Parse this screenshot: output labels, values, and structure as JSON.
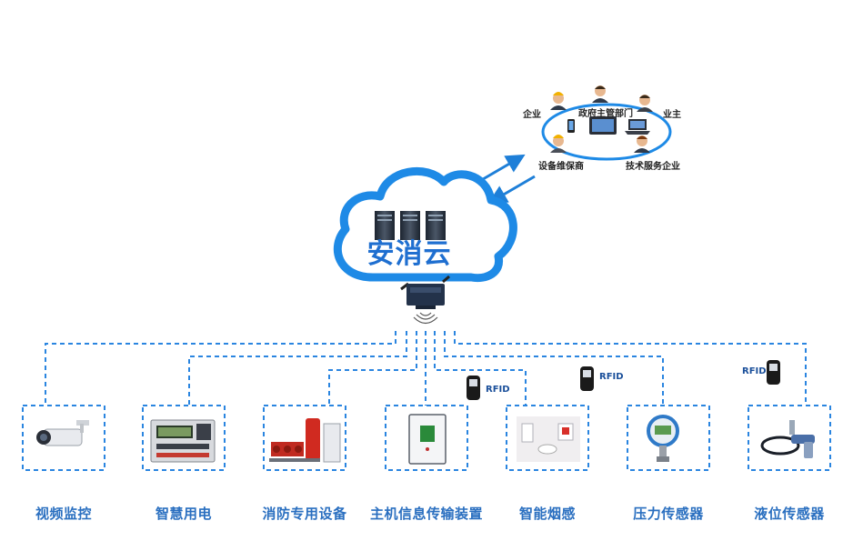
{
  "cloud": {
    "title": "安消云"
  },
  "stakeholders": {
    "enterprise": "企业",
    "government": "政府主管部门",
    "owner": "业主",
    "maintainer": "设备维保商",
    "tech_service": "技术服务企业"
  },
  "devices": [
    {
      "label": "视频监控",
      "icon": "bullet-camera-icon"
    },
    {
      "label": "智慧用电",
      "icon": "power-monitor-icon"
    },
    {
      "label": "消防专用设备",
      "icon": "fire-pump-icon"
    },
    {
      "label": "主机信息传输装置",
      "icon": "transmission-host-icon"
    },
    {
      "label": "智能烟感",
      "icon": "smoke-detector-icon"
    },
    {
      "label": "压力传感器",
      "icon": "pressure-gauge-icon"
    },
    {
      "label": "液位传感器",
      "icon": "level-sensor-icon"
    }
  ],
  "rfid": {
    "label": "RFID"
  },
  "colors": {
    "accent": "#1e7fd8",
    "dash": "#2a85e0",
    "label": "#2a6fc0",
    "cloud_stroke": "#1e8ae6"
  }
}
